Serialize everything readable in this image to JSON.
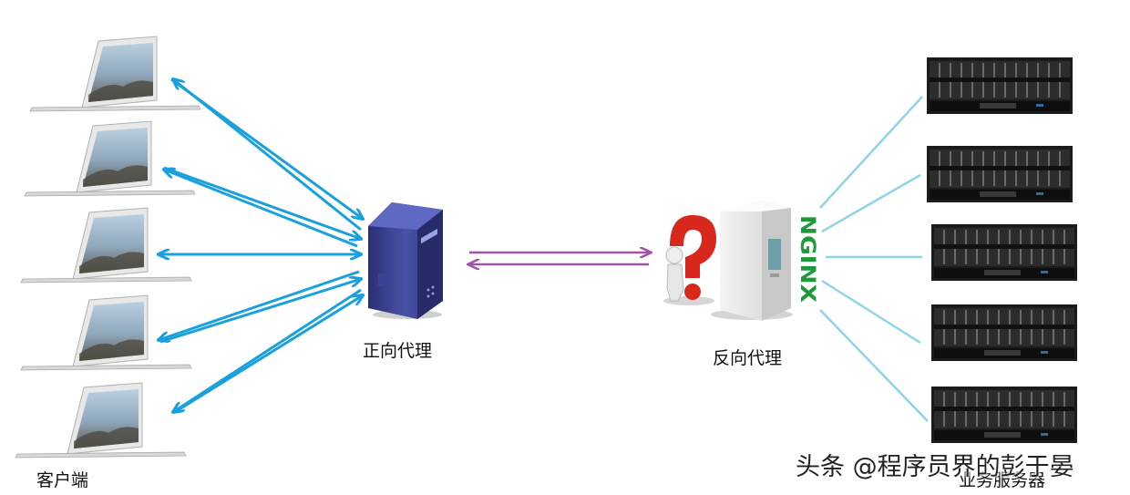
{
  "labels": {
    "clients": "客户端",
    "forward_proxy": "正向代理",
    "reverse_proxy": "反向代理",
    "servers": "业务服务器"
  },
  "nginx_logo_text": "NGINX",
  "watermark": "头条 @程序员界的彭于晏",
  "icons": {
    "client": "laptop-icon",
    "forward_proxy": "server-tower-icon",
    "reverse_proxy": "server-tower-icon",
    "question": "question-mark-figure-icon",
    "backend": "blade-server-icon"
  },
  "colors": {
    "client_arrows": "#1aa0dc",
    "proxy_link": "#a054a8",
    "server_lines": "#8fd4e6",
    "nginx_green": "#1d9a3a",
    "question_red": "#d8281c"
  }
}
